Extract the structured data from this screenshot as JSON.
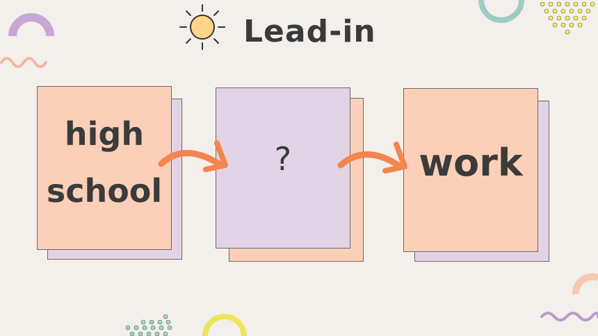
{
  "slide": {
    "title": "Lead-in"
  },
  "cards": {
    "first_line1": "high",
    "first_line2": "school",
    "middle": "?",
    "last": "work"
  },
  "colors": {
    "background": "#f3efeb",
    "peach": "#fcd0b8",
    "lilac": "#e2d3e6",
    "arrow": "#f4854e",
    "text": "#3b3b3b"
  },
  "icons": [
    "sun-icon",
    "arrow-right-icon"
  ]
}
